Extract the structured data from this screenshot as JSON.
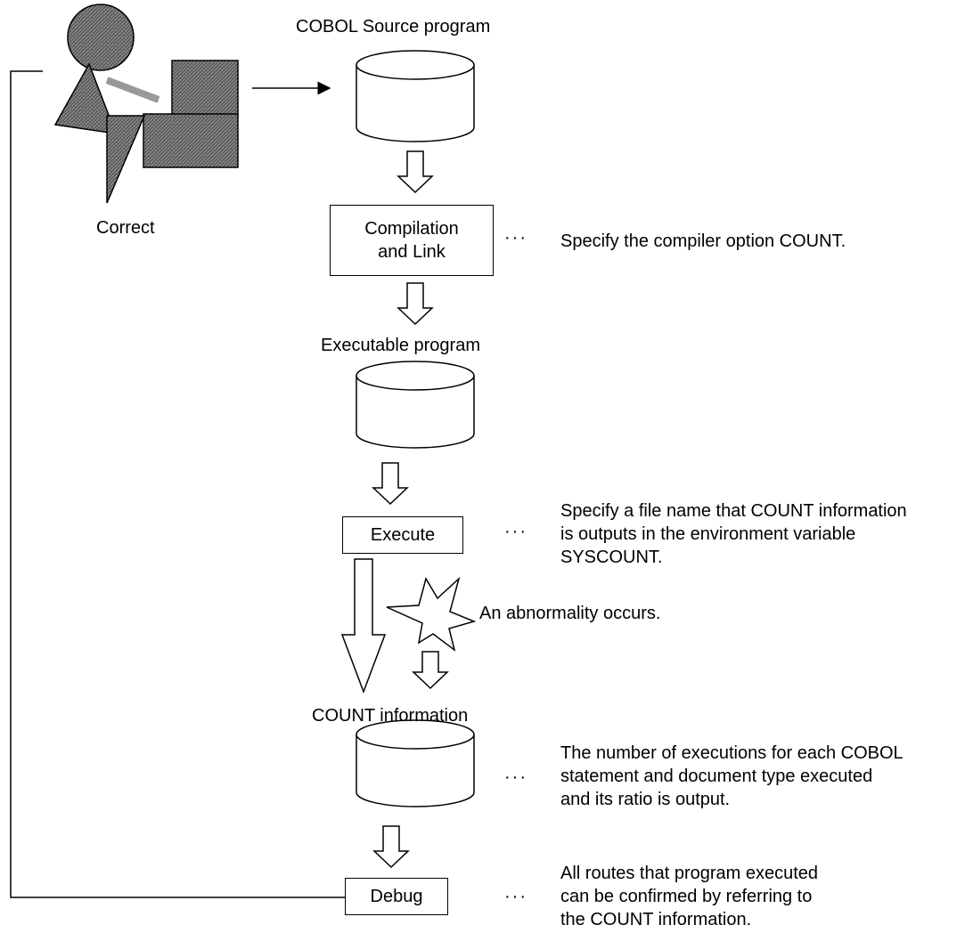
{
  "labels": {
    "source_program": "COBOL Source program",
    "correct": "Correct",
    "executable_program": "Executable program",
    "count_information": "COUNT information",
    "abnormality": "An abnormality occurs."
  },
  "boxes": {
    "compile_link": "Compilation\nand Link",
    "execute": "Execute",
    "debug": "Debug"
  },
  "ellipsis": "···",
  "notes": {
    "compile": "Specify the compiler option COUNT.",
    "execute": "Specify a file name that COUNT information\nis outputs in the environment variable\nSYSCOUNT.",
    "count": "The number of executions for each COBOL\nstatement and document type executed\nand its ratio is output.",
    "debug": "All routes that program executed\ncan be confirmed by referring to\nthe COUNT information."
  },
  "icons": {
    "person": "person-at-computer-icon",
    "database": "database-cylinder-icon",
    "flow_arrow": "hollow-down-arrow-icon",
    "burst": "explosion-star-icon"
  }
}
